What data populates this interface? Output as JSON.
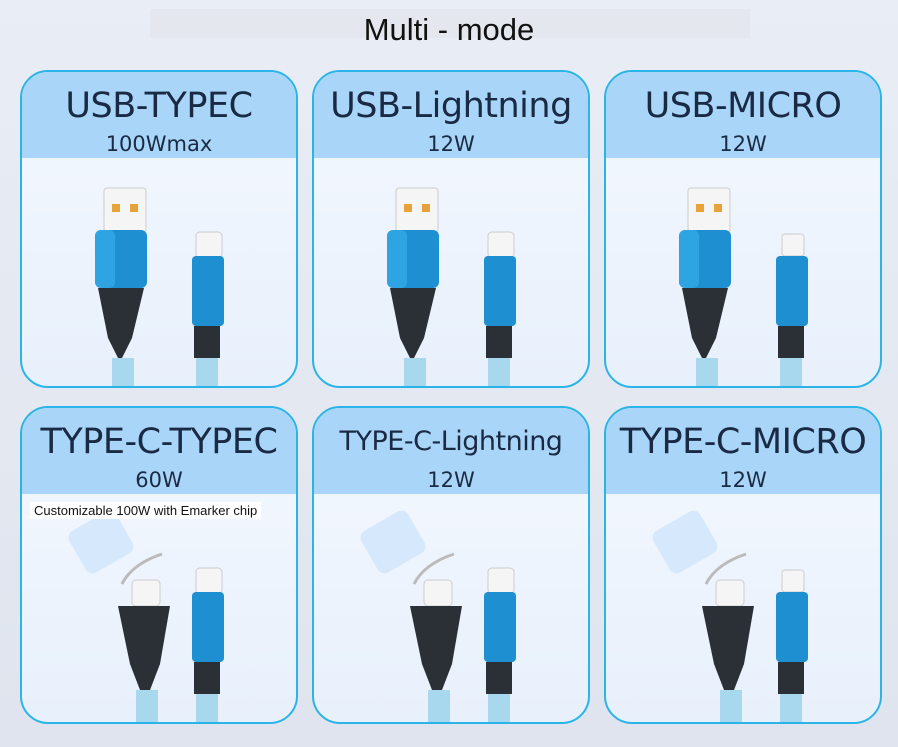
{
  "page": {
    "title": "Multi - mode"
  },
  "cards": [
    {
      "name": "USB-TYPEC",
      "power": "100Wmax",
      "left_plug": "usb-a",
      "right_plug": "usb-c",
      "note": ""
    },
    {
      "name": "USB-Lightning",
      "power": "12W",
      "left_plug": "usb-a",
      "right_plug": "lightning",
      "note": ""
    },
    {
      "name": "USB-MICRO",
      "power": "12W",
      "left_plug": "usb-a",
      "right_plug": "micro-usb",
      "note": ""
    },
    {
      "name": "TYPE-C-TYPEC",
      "power": "60W",
      "left_plug": "usb-c-adapter",
      "right_plug": "usb-c",
      "note": "Customizable 100W with Emarker chip"
    },
    {
      "name": "TYPE-C-Lightning",
      "power": "12W",
      "left_plug": "usb-c-adapter",
      "right_plug": "lightning",
      "note": ""
    },
    {
      "name": "TYPE-C-MICRO",
      "power": "12W",
      "left_plug": "usb-c-adapter",
      "right_plug": "micro-usb",
      "note": ""
    }
  ],
  "colors": {
    "accent": "#2ab4e8",
    "header": "#a9d6f8",
    "connector": "#1e8fd0",
    "cable": "#a7d8ee",
    "boot": "#2b2f36",
    "usb_contact": "#e8a23a"
  }
}
